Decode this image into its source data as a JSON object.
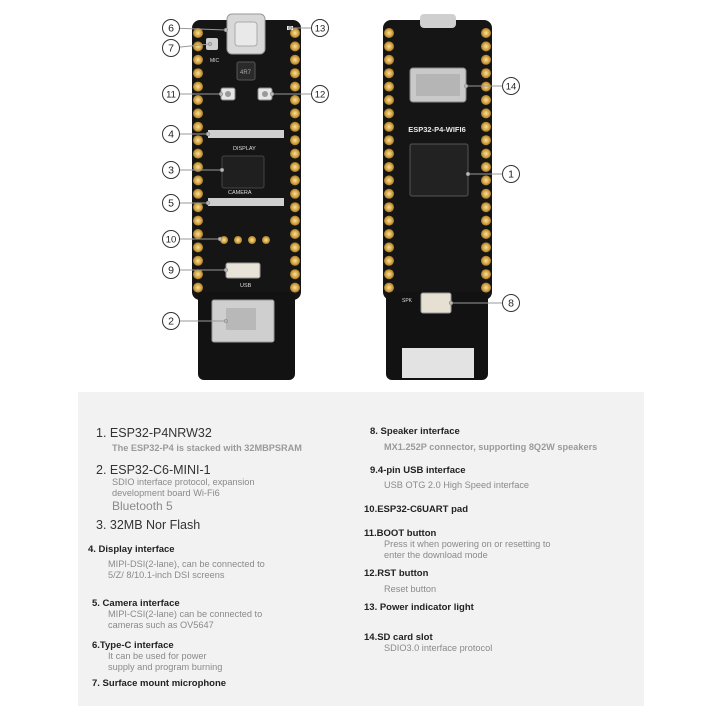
{
  "board_front": {
    "labels": {
      "mic": "MIC",
      "display": "DISPLAY",
      "camera": "CAMERA",
      "usb": "USB",
      "chip_mark": "4R7"
    }
  },
  "board_back": {
    "labels": {
      "title": "ESP32-P4-WIFI6",
      "spk": "SPK"
    }
  },
  "callouts": [
    {
      "num": "6"
    },
    {
      "num": "13"
    },
    {
      "num": "7"
    },
    {
      "num": "11"
    },
    {
      "num": "12"
    },
    {
      "num": "4"
    },
    {
      "num": "3"
    },
    {
      "num": "5"
    },
    {
      "num": "10"
    },
    {
      "num": "9"
    },
    {
      "num": "2"
    },
    {
      "num": "14"
    },
    {
      "num": "1"
    },
    {
      "num": "8"
    }
  ],
  "legend": {
    "item1": {
      "title": "1. ESP32-P4NRW32",
      "desc": "The ESP32-P4 is stacked with 32MBPSRAM"
    },
    "item2": {
      "title": "2. ESP32-C6-MINI-1",
      "desc": "SDIO interface protocol, expansion\ndevelopment board Wi-Fi6",
      "extra": "Bluetooth 5"
    },
    "item3": {
      "title": "3. 32MB Nor Flash"
    },
    "item4": {
      "title": "4. Display interface",
      "desc": "MIPI-DSI(2-lane), can be connected to\n5/Z/ 8/10.1-inch DSI screens"
    },
    "item5": {
      "title": "5. Camera interface",
      "desc": "MIPI-CSI(2-lane) can be connected to\ncameras such as OV5647"
    },
    "item6": {
      "title": "6.Type-C interface",
      "desc": "It can be used for power\nsupply and program burning"
    },
    "item7": {
      "title": "7. Surface mount microphone"
    },
    "item8": {
      "title": "8. Speaker interface",
      "desc": "MX1.252P connector, supporting 8Q2W speakers"
    },
    "item9": {
      "title": "9.4-pin USB interface",
      "desc": "USB OTG 2.0 High Speed interface"
    },
    "item10": {
      "title": "10.ESP32-C6UART pad"
    },
    "item11": {
      "title": "11.BOOT button",
      "desc": "Press it when powering on or resetting to\nenter the download mode"
    },
    "item12": {
      "title": "12.RST button",
      "desc": "Reset button"
    },
    "item13": {
      "title": "13. Power indicator light"
    },
    "item14": {
      "title": "14.SD card slot",
      "desc": "SDIO3.0 interface protocol"
    }
  }
}
